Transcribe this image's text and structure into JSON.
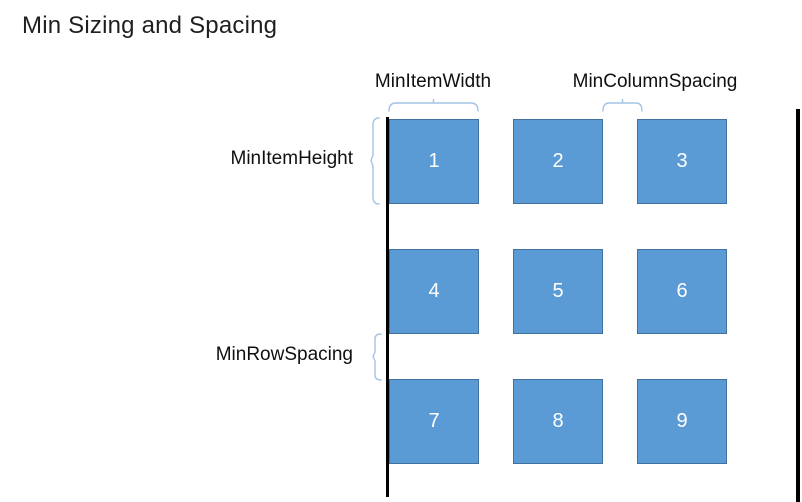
{
  "title": "Min Sizing and Spacing",
  "labels": {
    "min_item_width": "MinItemWidth",
    "min_column_spacing": "MinColumnSpacing",
    "min_item_height": "MinItemHeight",
    "min_row_spacing": "MinRowSpacing"
  },
  "grid": {
    "items": [
      "1",
      "2",
      "3",
      "4",
      "5",
      "6",
      "7",
      "8",
      "9"
    ]
  },
  "colors": {
    "item_fill": "#5B9BD5",
    "item_border": "#41719C",
    "item_text": "#FFFFFF",
    "brace": "#A3C4E5",
    "edge_line": "#000000"
  }
}
